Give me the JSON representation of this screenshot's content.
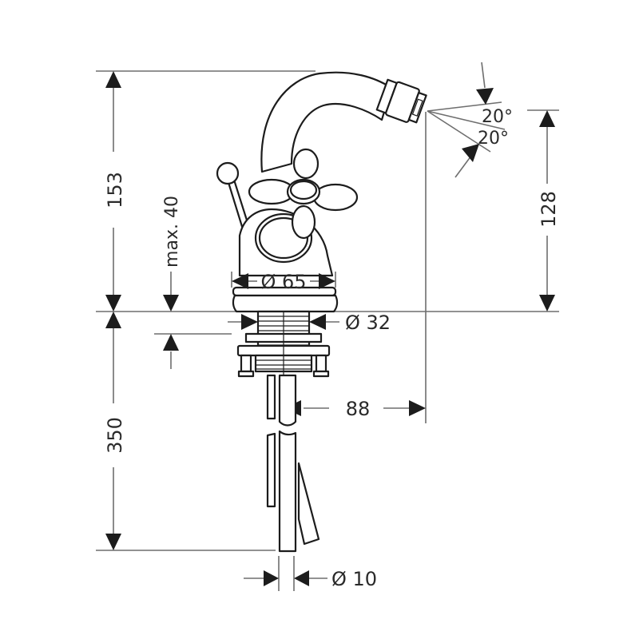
{
  "diagram": {
    "type": "technical-dimension-drawing",
    "subject": "bidet mixer tap with cross handle and pop-up lever",
    "units": "mm",
    "colors": {
      "line": "#1c1c1c",
      "dimension": "#6e6e6e",
      "background": "#ffffff"
    }
  },
  "dimensions": {
    "overall_height": "153",
    "max_deck_thickness": "max. 40",
    "base_diameter": "Ø 65",
    "shank_diameter": "Ø 32",
    "spout_height": "128",
    "spout_angle_upper": "20°",
    "spout_angle_lower": "20°",
    "spout_projection": "88",
    "rod_length": "350",
    "rod_diameter": "Ø 10"
  }
}
